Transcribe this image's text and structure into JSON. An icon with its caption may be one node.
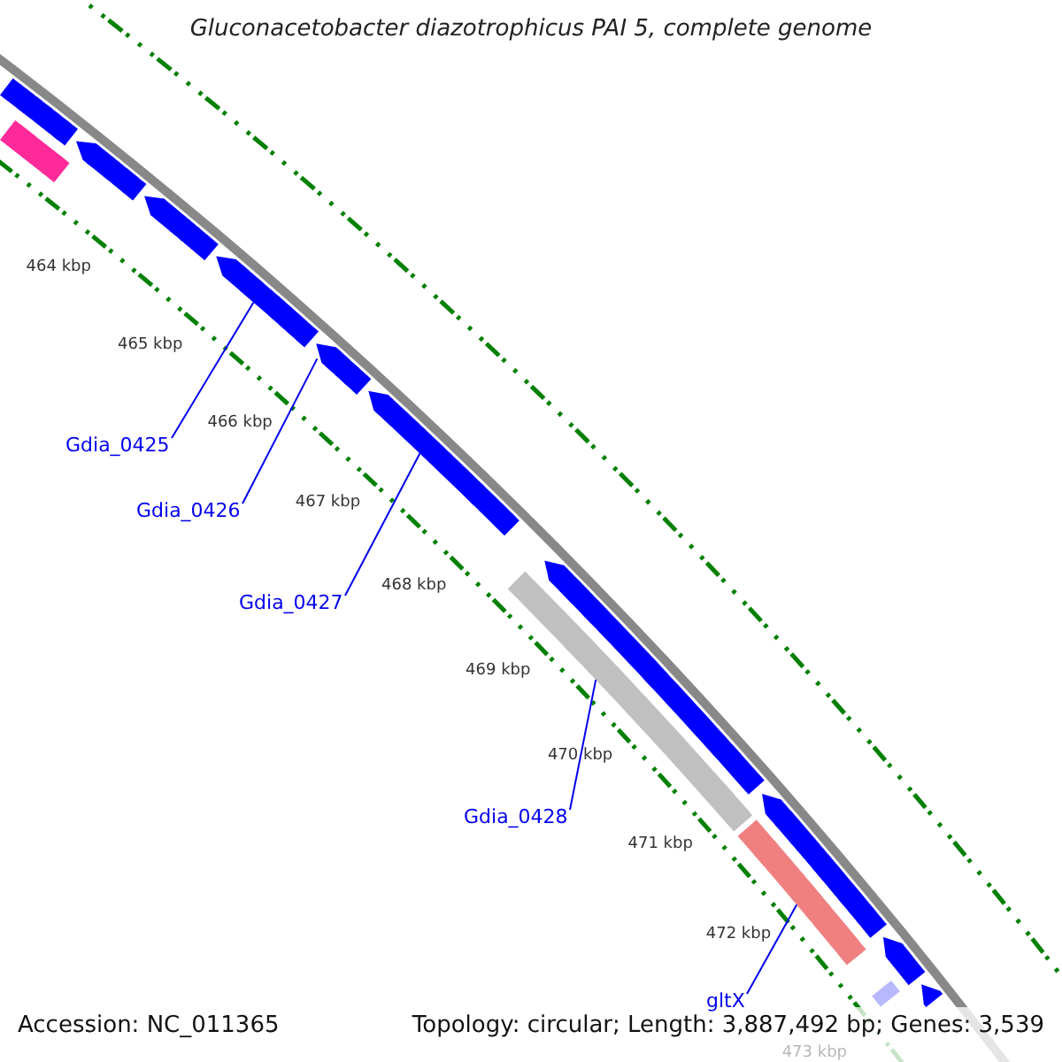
{
  "diagram": {
    "title": "Gluconacetobacter diazotrophicus PAI 5, complete genome",
    "nodes": [
      {
        "text": [],
        "shape": "bar"
      },
      {
        "text": [],
        "shape": "arrow"
      },
      {
        "text": [],
        "shape": "arrow"
      },
      {
        "text": [],
        "shape": "arrow"
      },
      {
        "text": [],
        "shape": "arrow"
      },
      {
        "text": [
          "Gdia_0425"
        ]
      },
      {
        "text": [],
        "shape": "arrow"
      },
      {
        "text": [
          "Gdia_0426"
        ]
      },
      {
        "text": [],
        "shape": "arrow"
      },
      {
        "text": [
          "Gdia_0427"
        ]
      },
      {
        "text": [],
        "shape": "bar"
      },
      {
        "text": [],
        "shape": "arrow"
      },
      {
        "text": [
          "Gdia_0428"
        ]
      },
      {
        "text": [],
        "shape": "bar"
      },
      {
        "text": [],
        "shape": "arrow"
      },
      {
        "text": [
          "gltX"
        ]
      },
      {
        "text": [],
        "shape": "arrow"
      },
      {
        "text": [],
        "shape": "bar"
      },
      {
        "text": [],
        "shape": "arrow"
      }
    ],
    "edges": [
      {
        "from": 5,
        "to": 4,
        "arrow": "none"
      },
      {
        "from": 7,
        "to": 6,
        "arrow": "none"
      },
      {
        "from": 9,
        "to": 8,
        "arrow": "none"
      },
      {
        "from": 12,
        "to": 10,
        "arrow": "none"
      },
      {
        "from": 15,
        "to": 13,
        "arrow": "none"
      }
    ],
    "labels": [
      "464 kbp",
      "465 kbp",
      "466 kbp",
      "467 kbp",
      "468 kbp",
      "469 kbp",
      "470 kbp",
      "471 kbp",
      "472 kbp",
      "473 kbp",
      "Accession: NC_011365",
      "Topology: circular; Length: 3,887,492 bp; Genes: 3,539"
    ]
  }
}
